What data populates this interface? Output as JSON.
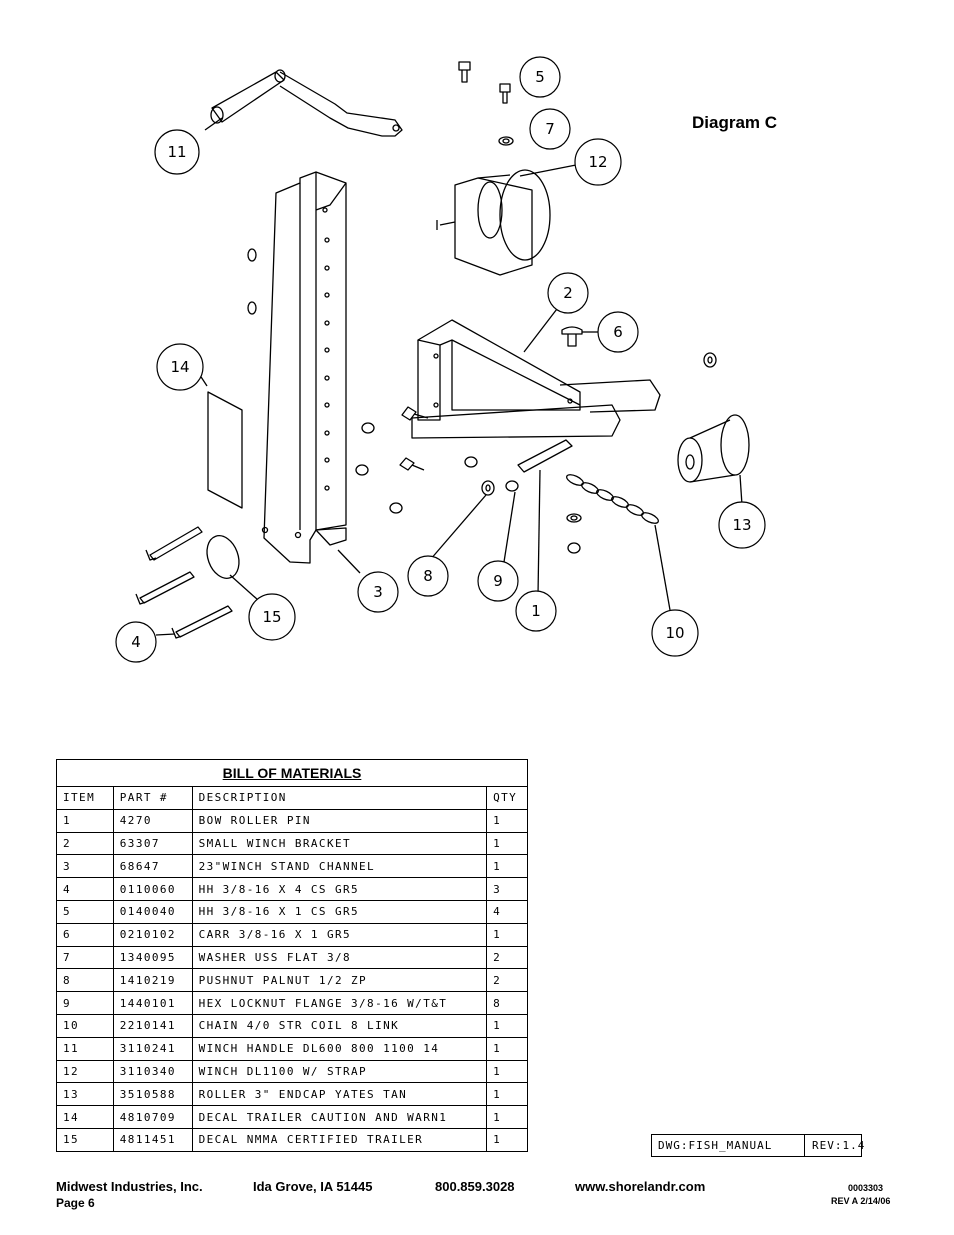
{
  "diagram": {
    "title": "Diagram C",
    "callouts": [
      "11",
      "5",
      "7",
      "12",
      "2",
      "6",
      "14",
      "13",
      "3",
      "8",
      "9",
      "1",
      "10",
      "4",
      "15"
    ]
  },
  "bom": {
    "title": "BILL OF MATERIALS",
    "headers": [
      "ITEM",
      "PART #",
      "DESCRIPTION",
      "QTY"
    ],
    "rows": [
      [
        "1",
        "4270",
        "BOW ROLLER PIN",
        "1"
      ],
      [
        "2",
        "63307",
        "SMALL WINCH BRACKET",
        "1"
      ],
      [
        "3",
        "68647",
        "23\"WINCH STAND CHANNEL",
        "1"
      ],
      [
        "4",
        "0110060",
        "HH 3/8-16 X 4 CS GR5",
        "3"
      ],
      [
        "5",
        "0140040",
        "HH 3/8-16 X 1 CS GR5",
        "4"
      ],
      [
        "6",
        "0210102",
        "CARR 3/8-16 X 1 GR5",
        "1"
      ],
      [
        "7",
        "1340095",
        "WASHER USS FLAT 3/8",
        "2"
      ],
      [
        "8",
        "1410219",
        "PUSHNUT PALNUT 1/2 ZP",
        "2"
      ],
      [
        "9",
        "1440101",
        "HEX LOCKNUT FLANGE 3/8-16 W/T&T",
        "8"
      ],
      [
        "10",
        "2210141",
        "CHAIN 4/0 STR COIL 8 LINK",
        "1"
      ],
      [
        "11",
        "3110241",
        "WINCH HANDLE   DL600 800 1100 14",
        "1"
      ],
      [
        "12",
        "3110340",
        "WINCH DL1100 W/ STRAP",
        "1"
      ],
      [
        "13",
        "3510588",
        "ROLLER 3\" ENDCAP YATES TAN",
        "1"
      ],
      [
        "14",
        "4810709",
        "DECAL TRAILER CAUTION AND WARN1",
        "1"
      ],
      [
        "15",
        "4811451",
        " DECAL NMMA CERTIFIED TRAILER",
        "1"
      ]
    ]
  },
  "drawing_block": {
    "dwg": "DWG:FISH_MANUAL",
    "rev": "REV:1.4"
  },
  "footer": {
    "company": "Midwest Industries, Inc.",
    "city": "Ida Grove, IA  51445",
    "phone": "800.859.3028",
    "website": "www.shorelandr.com",
    "page": "Page 6",
    "doc_number": "0003303",
    "revision": "REV  A  2/14/06"
  }
}
